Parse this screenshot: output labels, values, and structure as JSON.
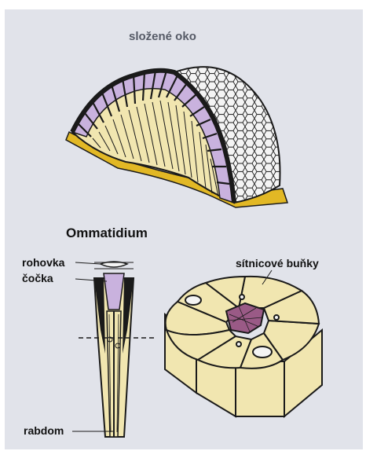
{
  "labels": {
    "title": "složené oko",
    "ommatidium": "Ommatidium",
    "rohovka": "rohovka",
    "cocka": "čočka",
    "sitnicove": "sítnicové buňky",
    "rabdom": "rabdom"
  },
  "colors": {
    "background": "#e1e3ea",
    "cream": "#f1e6b0",
    "lilac": "#c9b2de",
    "yellow": "#e2b825",
    "outline": "#1a1a1a",
    "rhabdom": "#9a5a86"
  }
}
